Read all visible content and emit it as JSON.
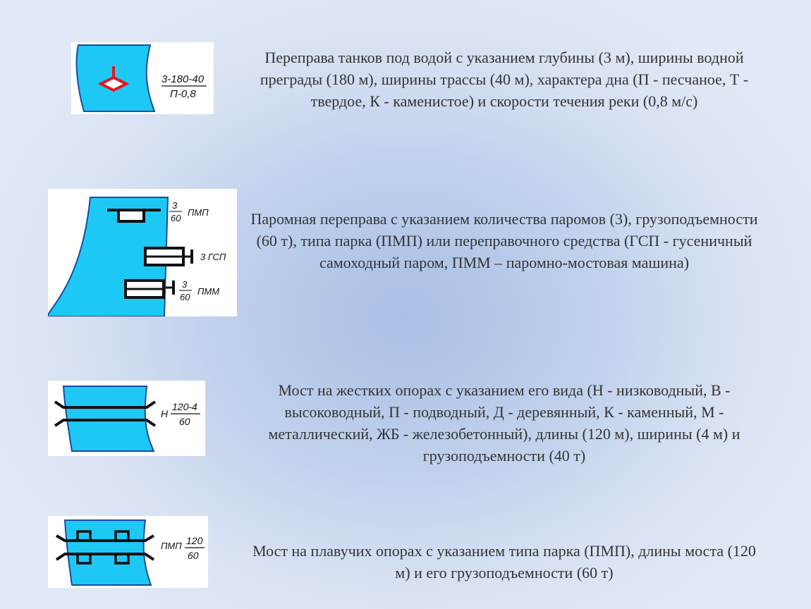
{
  "slide": {
    "items": [
      {
        "description": "Переправа танков под водой с указанием глубины (3 м), ширины водной преграды (180 м), ширины трассы (40 м), характера дна (П - песчаное, Т - твердое, К - каменистое) и скорости течения реки (0,8 м/с)",
        "symbol_labels": {
          "top": "3-180-40",
          "bottom": "П-0,8"
        },
        "symbol_icon": "tank-underwater-crossing-icon"
      },
      {
        "description": "Паромная переправа с указанием количества паромов (3), грузоподъемности (60 т), типа парка (ПМП) или переправочного средства (ГСП - гусеничный самоходный паром, ПММ – паромно-мостовая машина)",
        "symbol_labels": {
          "pmp_num": "3",
          "pmp_den": "60",
          "pmp_type": "ПМП",
          "gsp": "3 ГСП",
          "pmm_num": "3",
          "pmm_den": "60",
          "pmm_type": "ПММ"
        },
        "symbol_icon": "ferry-crossing-icon"
      },
      {
        "description": "Мост на жестких опорах с указанием его вида (Н - низководный, В - высоководный, П - подводный, Д - деревянный, К - каменный, М - металлический, ЖБ - железобетонный), длины (120 м), ширины (4 м) и грузоподъемности (40 т)",
        "symbol_labels": {
          "type": "Н",
          "num": "120-4",
          "den": "60"
        },
        "symbol_icon": "rigid-bridge-icon"
      },
      {
        "description": "Мост на плавучих опорах с указанием типа парка (ПМП), длины моста (120 м) и его грузоподъемности (60 т)",
        "symbol_labels": {
          "type": "ПМП",
          "num": "120",
          "den": "60"
        },
        "symbol_icon": "floating-bridge-icon"
      }
    ]
  },
  "colors": {
    "water": "#1ec8f5",
    "tank_symbol": "#e8141e",
    "ink": "#111111",
    "text": "#333333"
  }
}
